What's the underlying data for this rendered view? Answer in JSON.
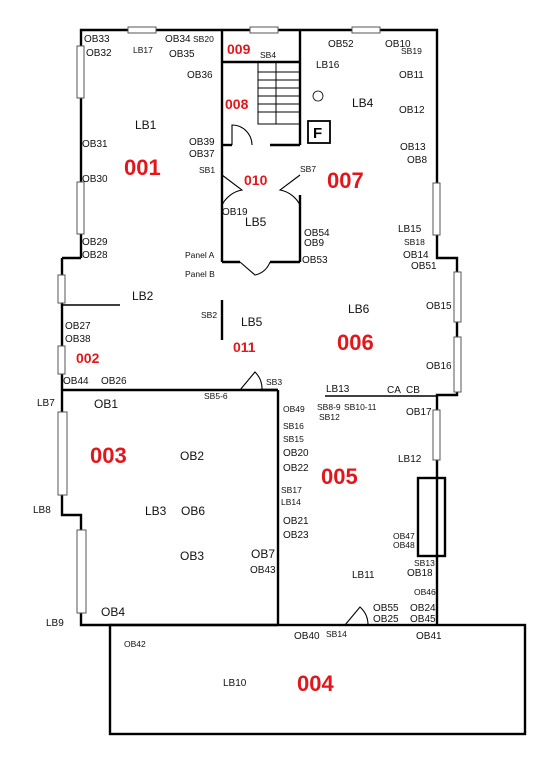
{
  "rooms": {
    "r001": "001",
    "r002": "002",
    "r003": "003",
    "r004": "004",
    "r005": "005",
    "r006": "006",
    "r007": "007",
    "r008": "008",
    "r009": "009",
    "r010": "010",
    "r011": "011"
  },
  "fire_symbol": "F",
  "labels": {
    "OB33": "OB33",
    "LB17": "LB17",
    "OB34": "OB34",
    "SB20": "SB20",
    "OB32": "OB32",
    "OB35": "OB35",
    "OB36": "OB36",
    "LB1": "LB1",
    "OB31": "OB31",
    "OB30": "OB30",
    "OB39": "OB39",
    "OB37": "OB37",
    "SB1": "SB1",
    "OB29": "OB29",
    "OB28": "OB28",
    "SB4": "SB4",
    "OB19": "OB19",
    "LB5a": "LB5",
    "PanelA": "Panel A",
    "PanelB": "Panel B",
    "OB52": "OB52",
    "OB10": "OB10",
    "SB19": "SB19",
    "LB16": "LB16",
    "OB11": "OB11",
    "LB4": "LB4",
    "OB12": "OB12",
    "OB13": "OB13",
    "OB8": "OB8",
    "SB7": "SB7",
    "LB15": "LB15",
    "SB18": "SB18",
    "OB54": "OB54",
    "OB9": "OB9",
    "OB14": "OB14",
    "OB53": "OB53",
    "OB51": "OB51",
    "LB2": "LB2",
    "SB2": "SB2",
    "LB5b": "LB5",
    "LB6": "LB6",
    "OB15": "OB15",
    "OB27": "OB27",
    "OB38": "OB38",
    "OB16": "OB16",
    "OB44": "OB44",
    "OB26": "OB26",
    "SB3": "SB3",
    "LB13": "LB13",
    "CA": "CA",
    "CB": "CB",
    "LB7": "LB7",
    "OB1": "OB1",
    "SB56": "SB5-6",
    "OB49": "OB49",
    "SB89": "SB8-9",
    "SB1011": "SB10-11",
    "SB12": "SB12",
    "OB17": "OB17",
    "SB16": "SB16",
    "SB15": "SB15",
    "OB20": "OB20",
    "OB2": "OB2",
    "LB12": "LB12",
    "OB22": "OB22",
    "SB17": "SB17",
    "LB14": "LB14",
    "LB8": "LB8",
    "LB3": "LB3",
    "OB6": "OB6",
    "OB21": "OB21",
    "OB23": "OB23",
    "OB47": "OB47",
    "OB48": "OB48",
    "OB7": "OB7",
    "OB3": "OB3",
    "SB13": "SB13",
    "OB43": "OB43",
    "LB11": "LB11",
    "OB18": "OB18",
    "OB46": "OB46",
    "OB4": "OB4",
    "OB55": "OB55",
    "OB24": "OB24",
    "LB9": "LB9",
    "OB25": "OB25",
    "OB45": "OB45",
    "SB14": "SB14",
    "OB40": "OB40",
    "OB41": "OB41",
    "OB42": "OB42",
    "LB10": "LB10"
  }
}
